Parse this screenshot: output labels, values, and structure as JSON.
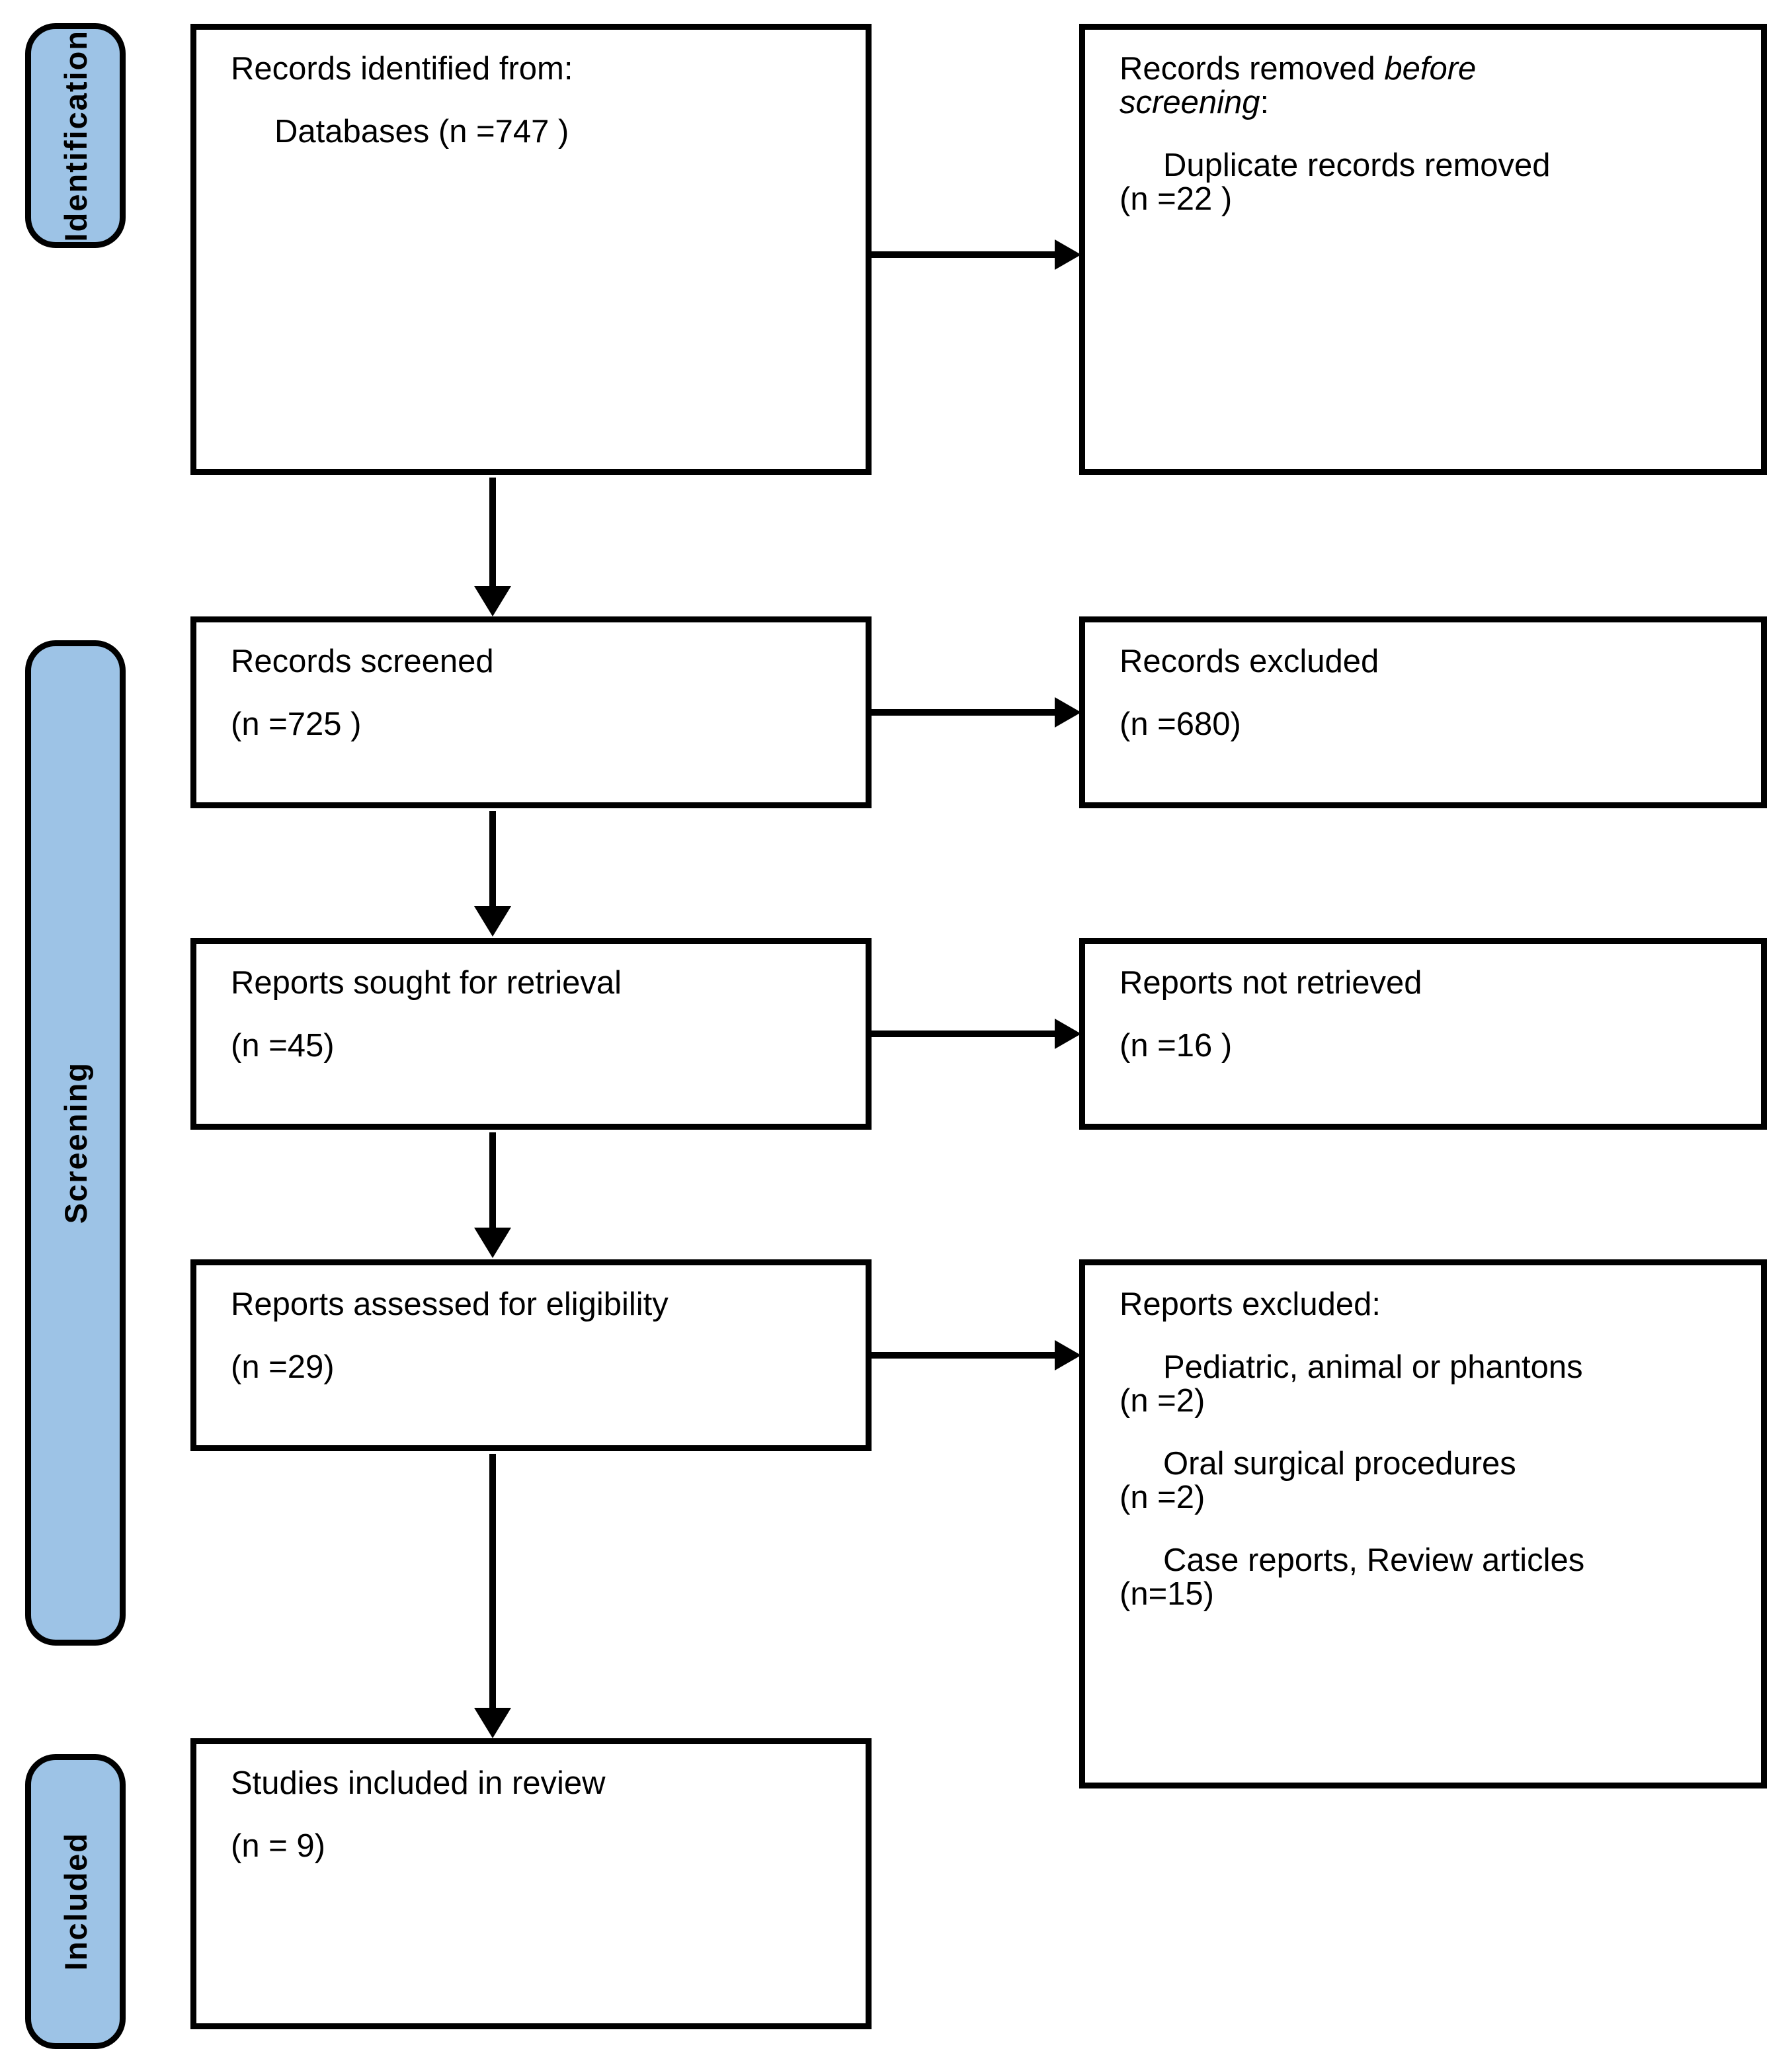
{
  "diagram": {
    "title": "PRISMA flow diagram",
    "accent_color": "#9DC3E6",
    "line_color": "#000000"
  },
  "stages": [
    {
      "id": "identification",
      "label": "Identification"
    },
    {
      "id": "screening",
      "label": "Screening"
    },
    {
      "id": "included",
      "label": "Included"
    }
  ],
  "boxes": {
    "identified": {
      "line1": "Records identified from:",
      "line2": "Databases (n =747 )"
    },
    "removed_before_screening": {
      "line1": "Records removed ",
      "line1_em": "before",
      "line2_em": "screening",
      "line2_tail": ":",
      "line3": "Duplicate records removed",
      "line4": "(n =22 )"
    },
    "records_screened": {
      "line1": "Records screened",
      "line2": "(n =725 )"
    },
    "records_excluded": {
      "line1": "Records excluded",
      "line2": "(n =680)"
    },
    "reports_sought": {
      "line1": "Reports sought for retrieval",
      "line2": "(n =45)"
    },
    "reports_not_retrieved": {
      "line1": "Reports not retrieved",
      "line2": "(n =16 )"
    },
    "reports_assessed": {
      "line1": "Reports assessed for eligibility",
      "line2": "(n =29)"
    },
    "reports_excluded": {
      "heading": "Reports excluded:",
      "item1_reason": "Pediatric, animal or phantons",
      "item1_count": "(n =2)",
      "item2_reason": "Oral surgical procedures",
      "item2_count": "(n =2)",
      "item3_reason": "Case reports, Review articles",
      "item3_count": "(n=15)"
    },
    "studies_included": {
      "line1": "Studies included in review",
      "line2": "(n = 9)"
    }
  },
  "chart_data": {
    "type": "diagram",
    "title": "PRISMA 2020 flow diagram",
    "nodes": [
      {
        "id": "identified",
        "stage": "Identification",
        "label": "Records identified from: Databases",
        "n": 747
      },
      {
        "id": "removed_before_screening",
        "stage": "Identification",
        "label": "Records removed before screening: Duplicate records removed",
        "n": 22
      },
      {
        "id": "records_screened",
        "stage": "Screening",
        "label": "Records screened",
        "n": 725
      },
      {
        "id": "records_excluded",
        "stage": "Screening",
        "label": "Records excluded",
        "n": 680
      },
      {
        "id": "reports_sought",
        "stage": "Screening",
        "label": "Reports sought for retrieval",
        "n": 45
      },
      {
        "id": "reports_not_retrieved",
        "stage": "Screening",
        "label": "Reports not retrieved",
        "n": 16
      },
      {
        "id": "reports_assessed",
        "stage": "Screening",
        "label": "Reports assessed for eligibility",
        "n": 29
      },
      {
        "id": "reports_excluded",
        "stage": "Screening",
        "label": "Reports excluded",
        "breakdown": [
          {
            "reason": "Pediatric, animal or phantons",
            "n": 2
          },
          {
            "reason": "Oral surgical procedures",
            "n": 2
          },
          {
            "reason": "Case reports, Review articles",
            "n": 15
          }
        ]
      },
      {
        "id": "studies_included",
        "stage": "Included",
        "label": "Studies included in review",
        "n": 9
      }
    ],
    "edges": [
      {
        "from": "identified",
        "to": "removed_before_screening",
        "direction": "right"
      },
      {
        "from": "identified",
        "to": "records_screened",
        "direction": "down"
      },
      {
        "from": "records_screened",
        "to": "records_excluded",
        "direction": "right"
      },
      {
        "from": "records_screened",
        "to": "reports_sought",
        "direction": "down"
      },
      {
        "from": "reports_sought",
        "to": "reports_not_retrieved",
        "direction": "right"
      },
      {
        "from": "reports_sought",
        "to": "reports_assessed",
        "direction": "down"
      },
      {
        "from": "reports_assessed",
        "to": "reports_excluded",
        "direction": "right"
      },
      {
        "from": "reports_assessed",
        "to": "studies_included",
        "direction": "down"
      }
    ]
  }
}
